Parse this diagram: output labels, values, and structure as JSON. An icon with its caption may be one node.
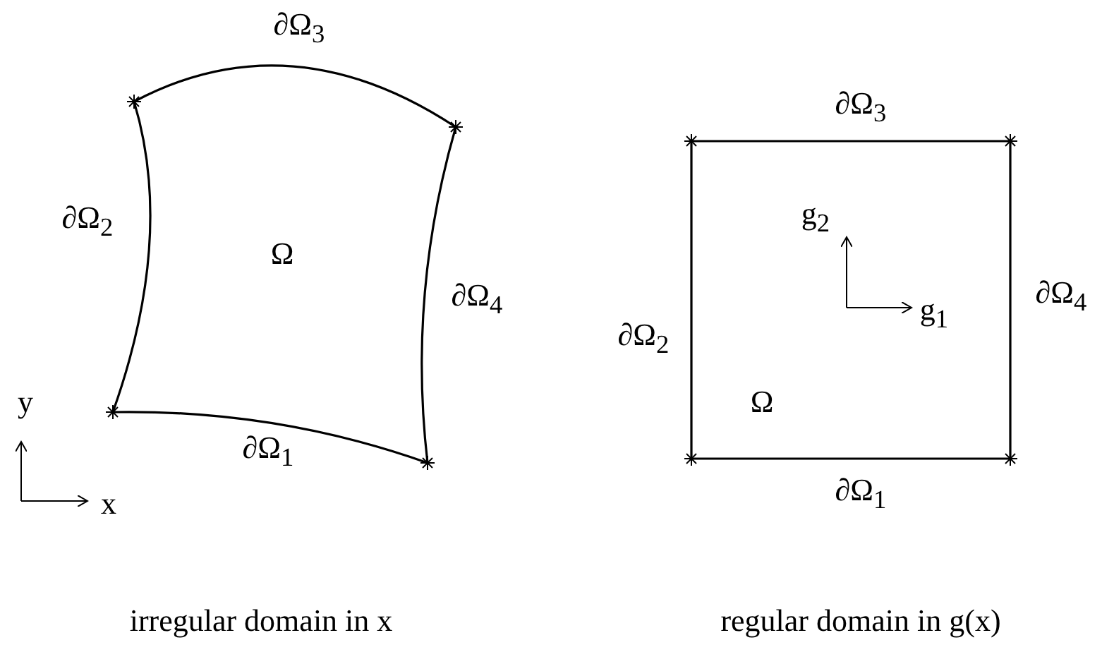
{
  "diagram": {
    "nodes": [
      {
        "text": [
          "Ω"
        ]
      },
      {
        "text": [
          "Ω"
        ]
      }
    ],
    "labels": [
      "∂Ω$_{3}$",
      "∂Ω$_{2}$",
      "∂Ω$_{4}$",
      "∂Ω$_{1}$",
      "y",
      "x",
      "irregular domain in x",
      "∂Ω$_{3}$",
      "g$_{2}$",
      "∂Ω$_{2}$",
      "g$_{1}$",
      "∂Ω$_{4}$",
      "∂Ω$_{1}$",
      "regular domain in g(x)"
    ]
  }
}
